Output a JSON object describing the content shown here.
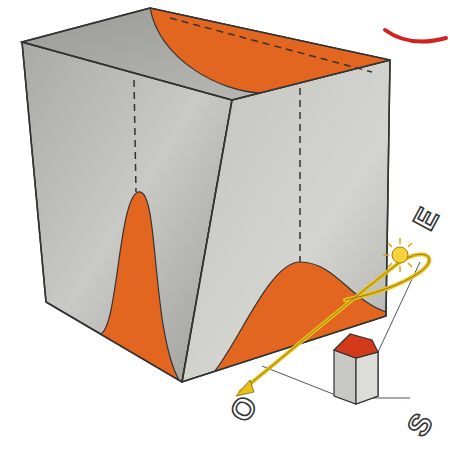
{
  "diagram": {
    "labels": [
      "E",
      "O",
      "S"
    ]
  }
}
